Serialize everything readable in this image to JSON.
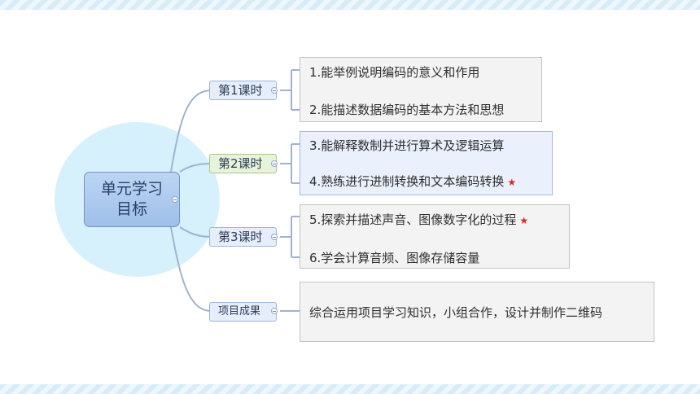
{
  "center": {
    "label": "单元学习目标"
  },
  "branches": [
    {
      "label": "第1课时",
      "items": [
        "1.能举例说明编码的意义和作用",
        "2.能描述数据编码的基本方法和思想"
      ]
    },
    {
      "label": "第2课时",
      "items": [
        "3.能解释数制并进行算术及逻辑运算",
        "4.熟练进行进制转换和文本编码转换"
      ]
    },
    {
      "label": "第3课时",
      "items": [
        "5.探索并描述声音、图像数字化的过程",
        "6.学会计算音频、图像存储容量"
      ]
    },
    {
      "label": "项目成果",
      "items": [
        "综合运用项目学习知识，小组合作，设计并制作二维码"
      ]
    }
  ],
  "star_mark": "★",
  "colors": {
    "accent": "#9fbfe9",
    "star": "#e2261c",
    "highlight_branch": "#e8f4da"
  }
}
